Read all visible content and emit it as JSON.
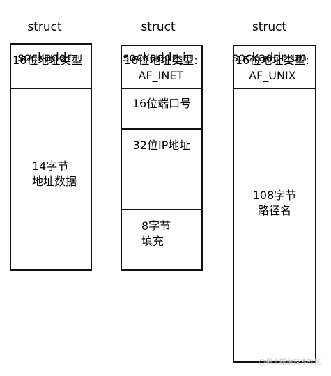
{
  "structs": [
    {
      "title_line1": "struct",
      "title_line2": "sockaddr",
      "fields": [
        "16位地址类型",
        "14字节\n地址数据"
      ]
    },
    {
      "title_line1": "struct",
      "title_line2": "sockaddr_in",
      "fields": [
        "16位地址类型:\nAF_INET",
        "16位端口号",
        "32位IP地址",
        "8字节\n填充"
      ]
    },
    {
      "title_line1": "struct",
      "title_line2": "sockaddr_un",
      "fields": [
        "16位地址类型:\nAF_UNIX",
        "108字节\n路径名"
      ]
    }
  ],
  "watermark": "@稀土掘金技术社区"
}
